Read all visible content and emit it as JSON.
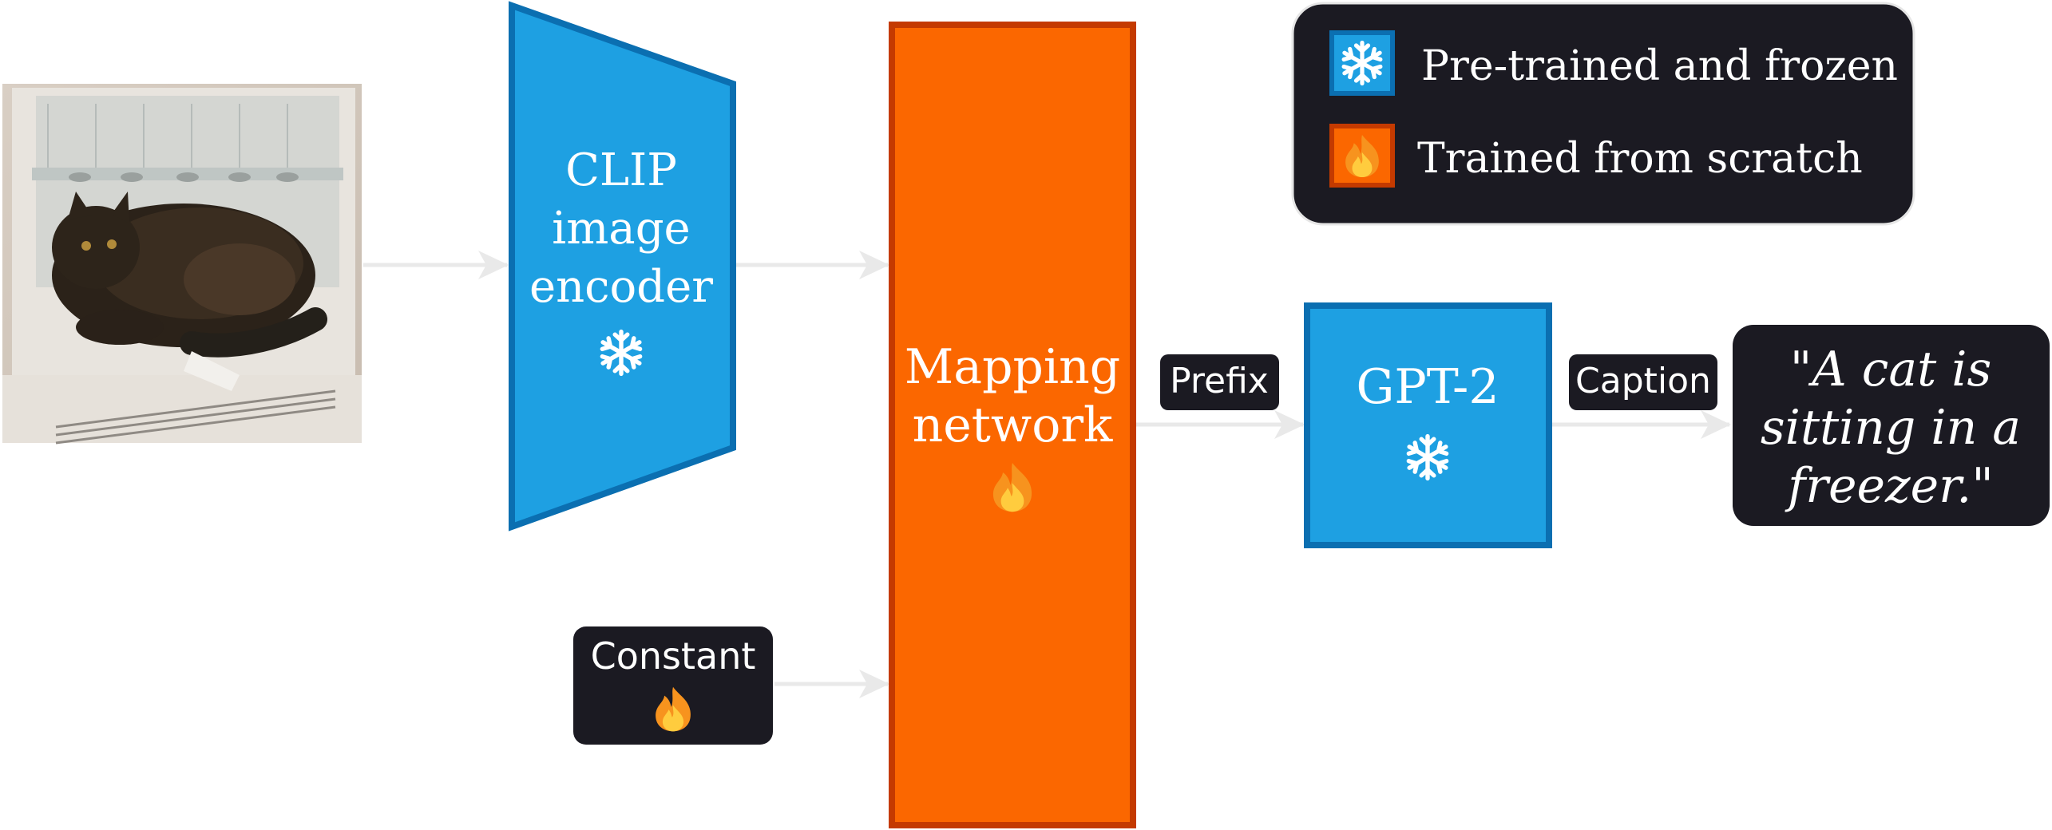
{
  "encoder": {
    "line1": "CLIP",
    "line2": "image",
    "line3": "encoder"
  },
  "mapping": {
    "line1": "Mapping",
    "line2": "network"
  },
  "gpt": {
    "label": "GPT-2"
  },
  "constant": {
    "label": "Constant"
  },
  "prefix": {
    "label": "Prefix"
  },
  "caption_tag": {
    "label": "Caption"
  },
  "output": {
    "line1": "\"A cat is",
    "line2": "sitting in a",
    "line3": "freezer.\""
  },
  "legend": {
    "frozen": "Pre-trained and frozen",
    "scratch": "Trained from scratch"
  },
  "icons": {
    "frozen": "snowflake-icon",
    "trained": "fire-icon"
  },
  "colors": {
    "frozen_fill": "#1ea0e2",
    "frozen_stroke": "#0b6fb1",
    "trained_fill": "#fb6700",
    "trained_stroke": "#c43a00",
    "dark_box": "#1b1a22",
    "arrow": "#e9e9e9"
  }
}
